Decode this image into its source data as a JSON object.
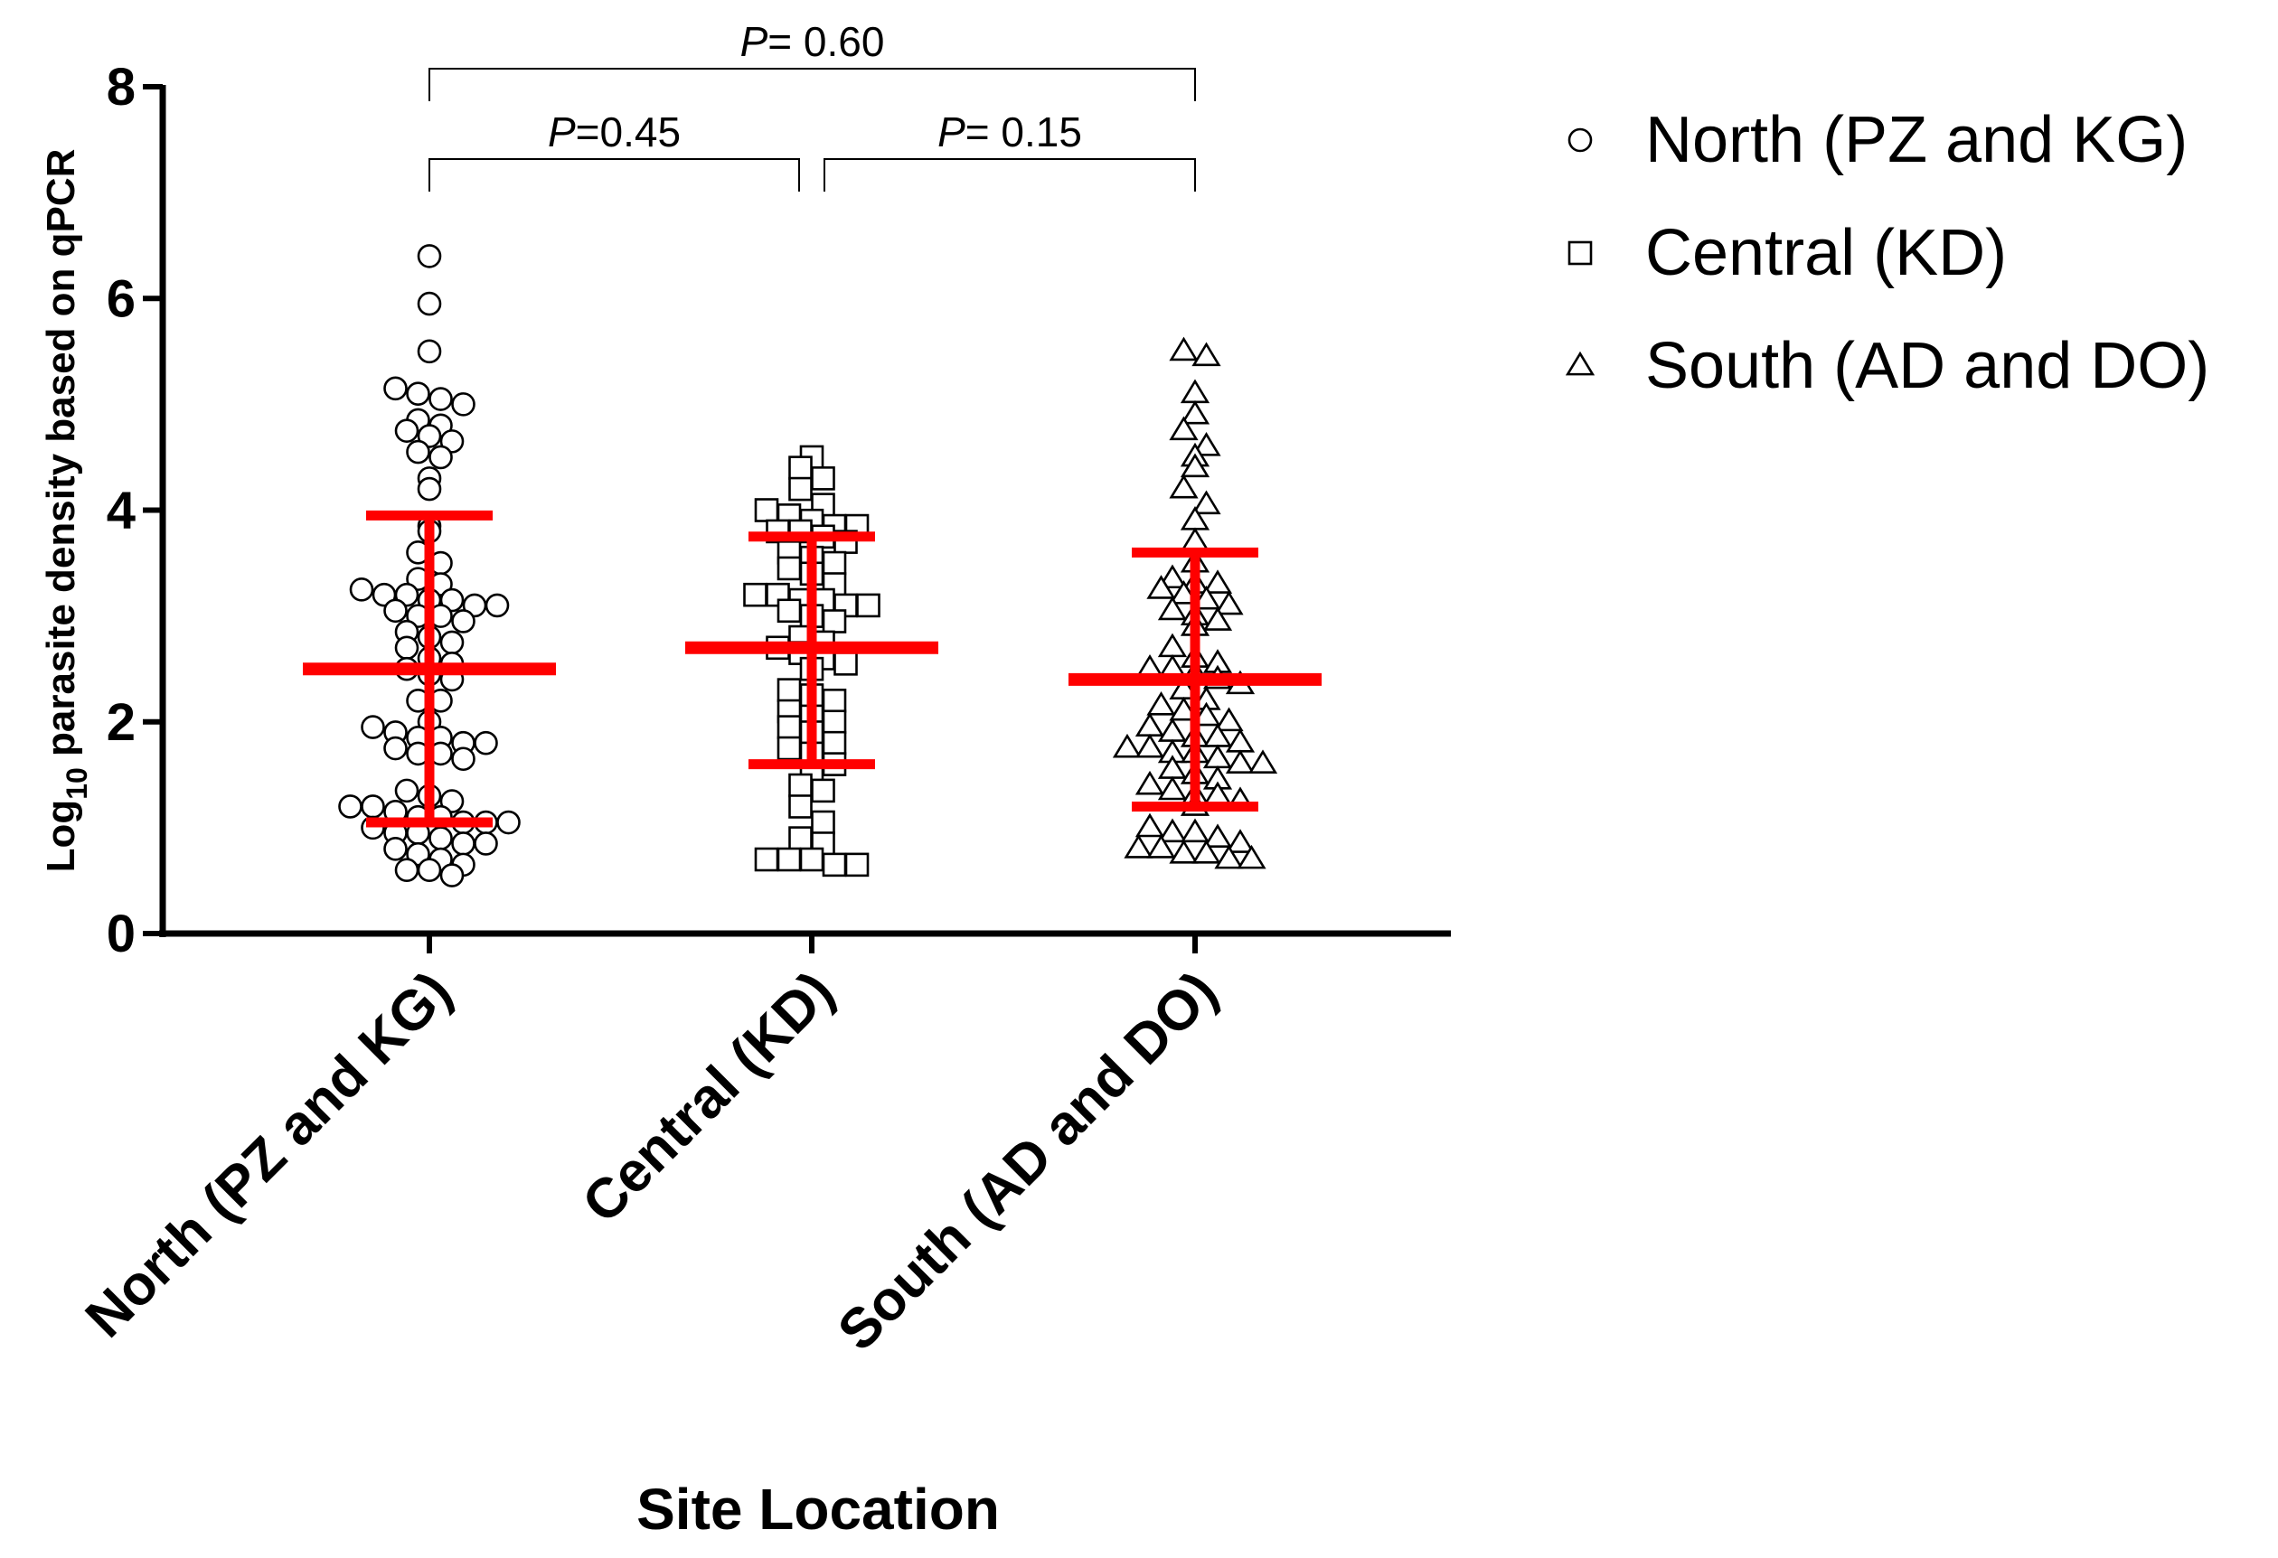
{
  "chart_data": {
    "type": "scatter",
    "subtype": "dot plot with mean and SD bars",
    "xlabel": "Site Location",
    "ylabel_main": "Log",
    "ylabel_sub": "10",
    "ylabel_rest": "  parasite density based on qPCR",
    "ylim": [
      0,
      8
    ],
    "yticks": [
      0,
      2,
      4,
      6,
      8
    ],
    "categories": [
      "North (PZ and KG)",
      "Central (KD)",
      "South (AD and DO)"
    ],
    "legend_position": "right",
    "error_bar_color": "#ff0000",
    "series": [
      {
        "name": "North (PZ and KG)",
        "marker": "circle",
        "mean": 2.5,
        "sd_low": 1.05,
        "sd_high": 3.95,
        "values": [
          6.4,
          5.95,
          5.5,
          5.15,
          5.1,
          5.05,
          5.0,
          4.85,
          4.8,
          4.75,
          4.7,
          4.65,
          4.55,
          4.5,
          4.3,
          4.2,
          3.85,
          3.8,
          3.6,
          3.5,
          3.35,
          3.3,
          3.25,
          3.2,
          3.2,
          3.15,
          3.15,
          3.1,
          3.1,
          3.05,
          3.0,
          3.0,
          2.95,
          2.85,
          2.8,
          2.75,
          2.7,
          2.6,
          2.55,
          2.5,
          2.45,
          2.4,
          2.2,
          2.2,
          2.0,
          1.95,
          1.9,
          1.85,
          1.85,
          1.8,
          1.8,
          1.75,
          1.7,
          1.7,
          1.65,
          1.35,
          1.3,
          1.25,
          1.2,
          1.2,
          1.15,
          1.1,
          1.1,
          1.05,
          1.05,
          1.05,
          1.0,
          0.95,
          0.95,
          0.9,
          0.85,
          0.85,
          0.8,
          0.75,
          0.7,
          0.65,
          0.6,
          0.6,
          0.55
        ]
      },
      {
        "name": "Central (KD)",
        "marker": "square",
        "mean": 2.7,
        "sd_low": 1.6,
        "sd_high": 3.75,
        "values": [
          4.5,
          4.4,
          4.3,
          4.2,
          4.05,
          4.0,
          3.95,
          3.9,
          3.85,
          3.85,
          3.8,
          3.8,
          3.75,
          3.7,
          3.6,
          3.55,
          3.5,
          3.45,
          3.4,
          3.3,
          3.2,
          3.2,
          3.15,
          3.15,
          3.1,
          3.1,
          3.05,
          3.0,
          2.95,
          2.8,
          2.75,
          2.7,
          2.65,
          2.6,
          2.55,
          2.5,
          2.3,
          2.25,
          2.2,
          2.1,
          2.05,
          2.0,
          1.95,
          1.9,
          1.8,
          1.75,
          1.7,
          1.6,
          1.5,
          1.4,
          1.35,
          1.2,
          1.05,
          0.9,
          0.85,
          0.7,
          0.7,
          0.7,
          0.65,
          0.65
        ]
      },
      {
        "name": "South (AD and DO)",
        "marker": "triangle",
        "mean": 2.4,
        "sd_low": 1.2,
        "sd_high": 3.6,
        "values": [
          5.5,
          5.45,
          5.1,
          4.9,
          4.75,
          4.6,
          4.5,
          4.4,
          4.2,
          4.05,
          3.9,
          3.7,
          3.5,
          3.35,
          3.3,
          3.3,
          3.25,
          3.2,
          3.15,
          3.1,
          3.05,
          3.0,
          2.95,
          2.9,
          2.7,
          2.6,
          2.55,
          2.5,
          2.5,
          2.45,
          2.4,
          2.35,
          2.3,
          2.2,
          2.15,
          2.1,
          2.05,
          2.0,
          1.95,
          1.9,
          1.85,
          1.85,
          1.8,
          1.75,
          1.75,
          1.7,
          1.7,
          1.65,
          1.6,
          1.6,
          1.55,
          1.5,
          1.45,
          1.4,
          1.35,
          1.3,
          1.3,
          1.25,
          1.2,
          1.0,
          0.95,
          0.95,
          0.9,
          0.85,
          0.8,
          0.8,
          0.75,
          0.75,
          0.7,
          0.7
        ]
      }
    ],
    "comparisons": [
      {
        "from": 0,
        "to": 2,
        "p_italic": "P",
        "p_rest": "= 0.60",
        "level": 2
      },
      {
        "from": 0,
        "to": 1,
        "p_italic": "P",
        "p_rest": "=0.45",
        "level": 1
      },
      {
        "from": 1,
        "to": 2,
        "p_italic": "P",
        "p_rest": "= 0.15",
        "level": 1
      }
    ]
  }
}
